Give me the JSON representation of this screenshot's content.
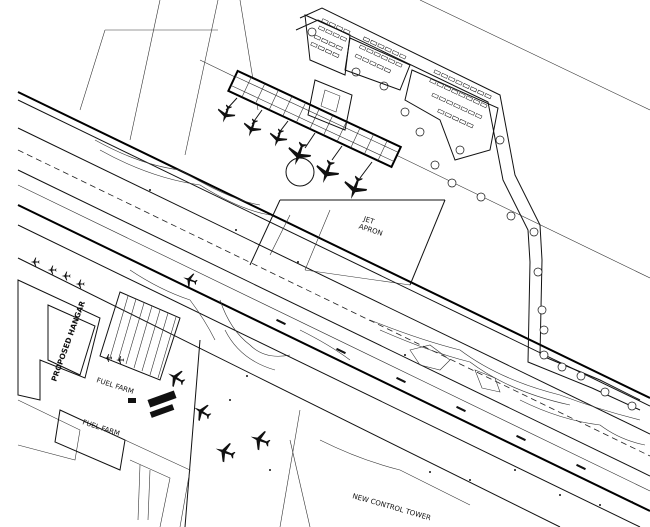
{
  "labels": {
    "jet_apron_line1": "JET",
    "jet_apron_line2": "APRON",
    "proposed_hangar": "PROPOSED HANGAR",
    "fuel_farm_1": "FUEL FARM",
    "fuel_farm_2": "FUEL FARM",
    "new_control_tower": "NEW CONTROL TOWER"
  },
  "colors": {
    "ink": "#111111",
    "background": "#ffffff"
  }
}
